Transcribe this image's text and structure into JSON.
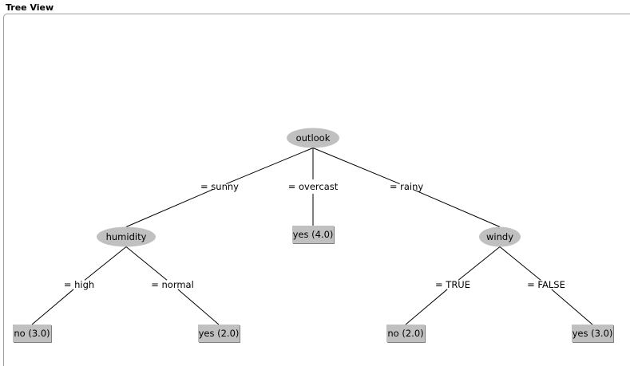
{
  "panel": {
    "title": "Tree View"
  },
  "tree": {
    "nodes": [
      {
        "id": "outlook",
        "kind": "attribute",
        "label": "outlook"
      },
      {
        "id": "humidity",
        "kind": "attribute",
        "label": "humidity"
      },
      {
        "id": "windy",
        "kind": "attribute",
        "label": "windy"
      },
      {
        "id": "leaf-no-3",
        "kind": "leaf",
        "label": "no (3.0)"
      },
      {
        "id": "leaf-yes-2",
        "kind": "leaf",
        "label": "yes (2.0)"
      },
      {
        "id": "leaf-yes-4",
        "kind": "leaf",
        "label": "yes (4.0)"
      },
      {
        "id": "leaf-no-2",
        "kind": "leaf",
        "label": "no (2.0)"
      },
      {
        "id": "leaf-yes-3",
        "kind": "leaf",
        "label": "yes (3.0)"
      }
    ],
    "edges": [
      {
        "from": "outlook",
        "to": "humidity",
        "label": "= sunny"
      },
      {
        "from": "outlook",
        "to": "leaf-yes-4",
        "label": "= overcast"
      },
      {
        "from": "outlook",
        "to": "windy",
        "label": "= rainy"
      },
      {
        "from": "humidity",
        "to": "leaf-no-3",
        "label": "= high"
      },
      {
        "from": "humidity",
        "to": "leaf-yes-2",
        "label": "= normal"
      },
      {
        "from": "windy",
        "to": "leaf-no-2",
        "label": "= TRUE"
      },
      {
        "from": "windy",
        "to": "leaf-yes-3",
        "label": "= FALSE"
      }
    ]
  },
  "colors": {
    "node_fill": "#c0c0c0",
    "leaf_shadow": "#808080",
    "line": "#000000",
    "panel_border": "#a0a0a0"
  }
}
